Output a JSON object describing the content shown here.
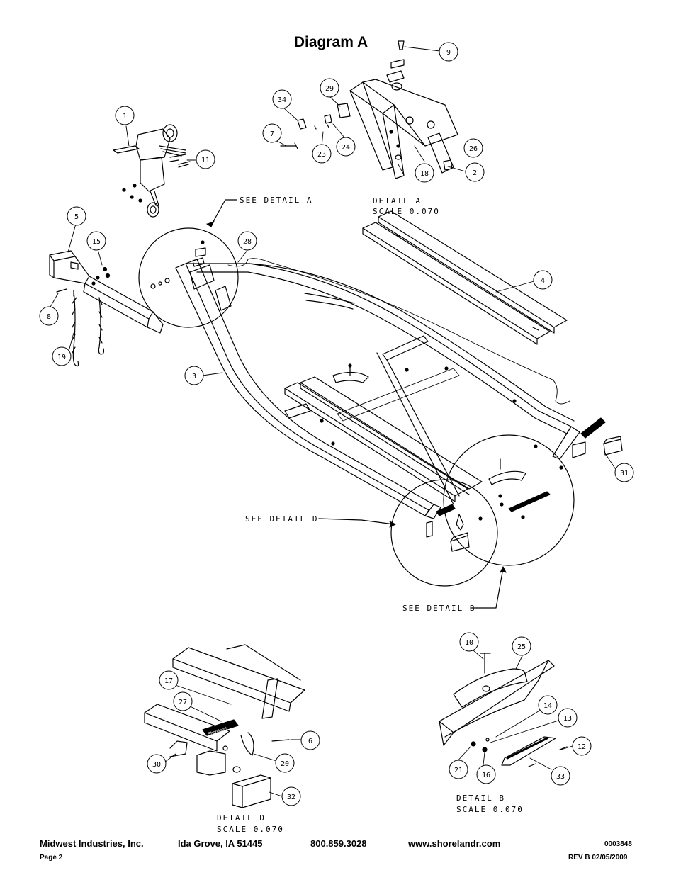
{
  "title": "Diagram A",
  "callouts": [
    {
      "id": "1"
    },
    {
      "id": "2"
    },
    {
      "id": "3"
    },
    {
      "id": "4"
    },
    {
      "id": "5"
    },
    {
      "id": "6"
    },
    {
      "id": "7"
    },
    {
      "id": "8"
    },
    {
      "id": "9"
    },
    {
      "id": "10"
    },
    {
      "id": "11"
    },
    {
      "id": "12"
    },
    {
      "id": "13"
    },
    {
      "id": "14"
    },
    {
      "id": "15"
    },
    {
      "id": "16"
    },
    {
      "id": "17"
    },
    {
      "id": "18"
    },
    {
      "id": "19"
    },
    {
      "id": "20"
    },
    {
      "id": "21"
    },
    {
      "id": "23"
    },
    {
      "id": "24"
    },
    {
      "id": "25"
    },
    {
      "id": "26"
    },
    {
      "id": "27"
    },
    {
      "id": "28"
    },
    {
      "id": "29"
    },
    {
      "id": "30"
    },
    {
      "id": "31"
    },
    {
      "id": "32"
    },
    {
      "id": "33"
    },
    {
      "id": "34"
    }
  ],
  "labels": {
    "see_detail_a": "SEE DETAIL A",
    "see_detail_b": "SEE DETAIL B",
    "see_detail_d": "SEE DETAIL D",
    "detail_a": "DETAIL A",
    "detail_a_scale": "SCALE 0.070",
    "detail_b": "DETAIL B",
    "detail_b_scale": "SCALE 0.070",
    "detail_d": "DETAIL D",
    "detail_d_scale": "SCALE 0.070",
    "fender_brand": "Shorelandr"
  },
  "footer": {
    "company": "Midwest Industries, Inc.",
    "city": "Ida Grove, IA  51445",
    "phone": "800.859.3028",
    "website": "www.shorelandr.com",
    "doc_number": "0003848",
    "page": "Page 2",
    "revision": "REV B  02/05/2009"
  }
}
